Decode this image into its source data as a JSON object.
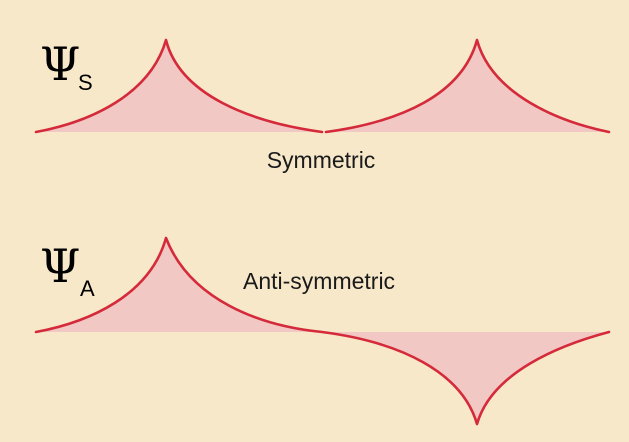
{
  "colors": {
    "background": "#f8e8ca",
    "curve": "#d42a3a",
    "fill": "#f2c8c4",
    "text": "#000000"
  },
  "symmetric": {
    "symbol": "Ψ",
    "subscript": "S",
    "caption": "Symmetric"
  },
  "antisymmetric": {
    "symbol": "Ψ",
    "subscript": "A",
    "caption": "Anti-symmetric"
  }
}
